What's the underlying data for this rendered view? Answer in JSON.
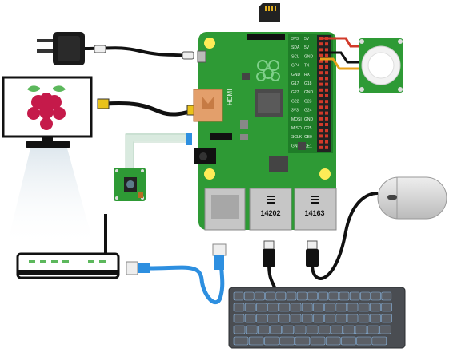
{
  "board": {
    "usb_chip_1": "14202",
    "usb_chip_2": "14163",
    "hdmi_label": "HDMI",
    "gpio_labels_left": [
      "3V3",
      "5V",
      "SDA",
      "5V",
      "SCL",
      "GND",
      "GP4",
      "TX",
      "GND",
      "RX",
      "G17",
      "G18",
      "G27",
      "GND",
      "G22",
      "G23",
      "3V3",
      "G24",
      "MOSI",
      "GND",
      "MISO",
      "G25",
      "SCLK",
      "CE0",
      "GND",
      "CE1"
    ]
  },
  "colors": {
    "board_green": "#2e9a35",
    "board_dark": "#1f7d28",
    "pin_red": "#d23a2a",
    "cable_black": "#111111",
    "cable_blue": "#2d8fe0",
    "cable_yellow": "#e9c21a",
    "raspberry": "#c51a4a",
    "leaf_green": "#5cb85c"
  },
  "icons": [
    "sd-card-icon",
    "power-adapter-icon",
    "monitor-icon",
    "raspberry-logo-icon",
    "camera-module-icon",
    "router-icon",
    "ethernet-plug-icon",
    "usb-plug-icon",
    "keyboard-icon",
    "mouse-icon",
    "pir-sensor-icon"
  ]
}
